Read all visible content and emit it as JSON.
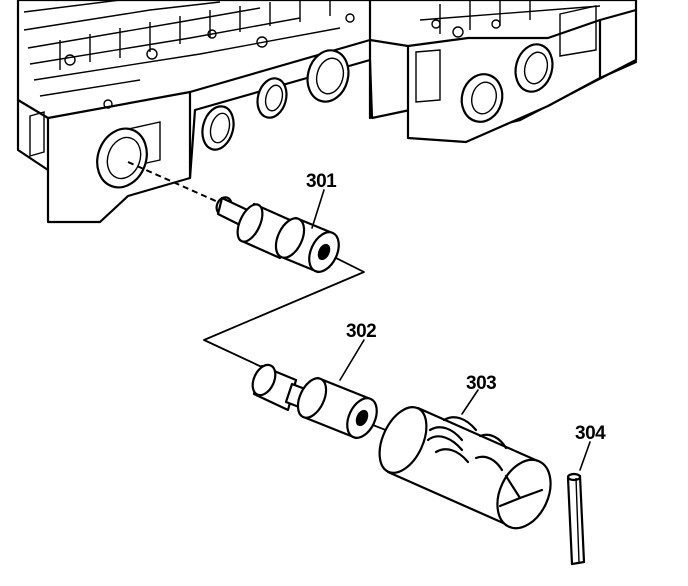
{
  "figure": {
    "callouts": [
      {
        "id": "301",
        "text": "301"
      },
      {
        "id": "302",
        "text": "302"
      },
      {
        "id": "303",
        "text": "303"
      },
      {
        "id": "304",
        "text": "304"
      }
    ]
  }
}
